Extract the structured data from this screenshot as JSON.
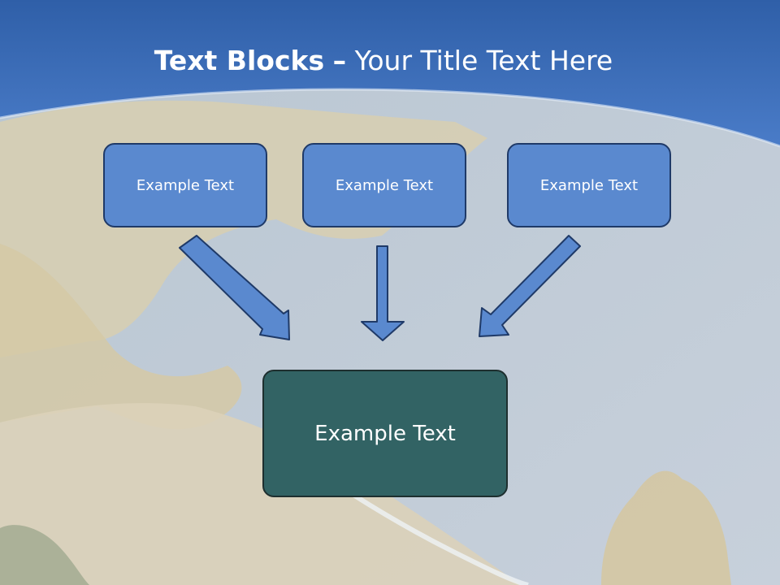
{
  "slide": {
    "title_bold": "Text Blocks",
    "title_dash": "–",
    "title_rest": "Your Title Text Here"
  },
  "blocks": {
    "top": [
      "Example Text",
      "Example Text",
      "Example Text"
    ],
    "bottom": "Example Text"
  },
  "colors": {
    "header_blue": "#3f73c2",
    "block_blue": "#5a89cf",
    "block_teal": "#326364",
    "arrow_blue": "#5a89cf",
    "outline": "#1f3a68"
  }
}
